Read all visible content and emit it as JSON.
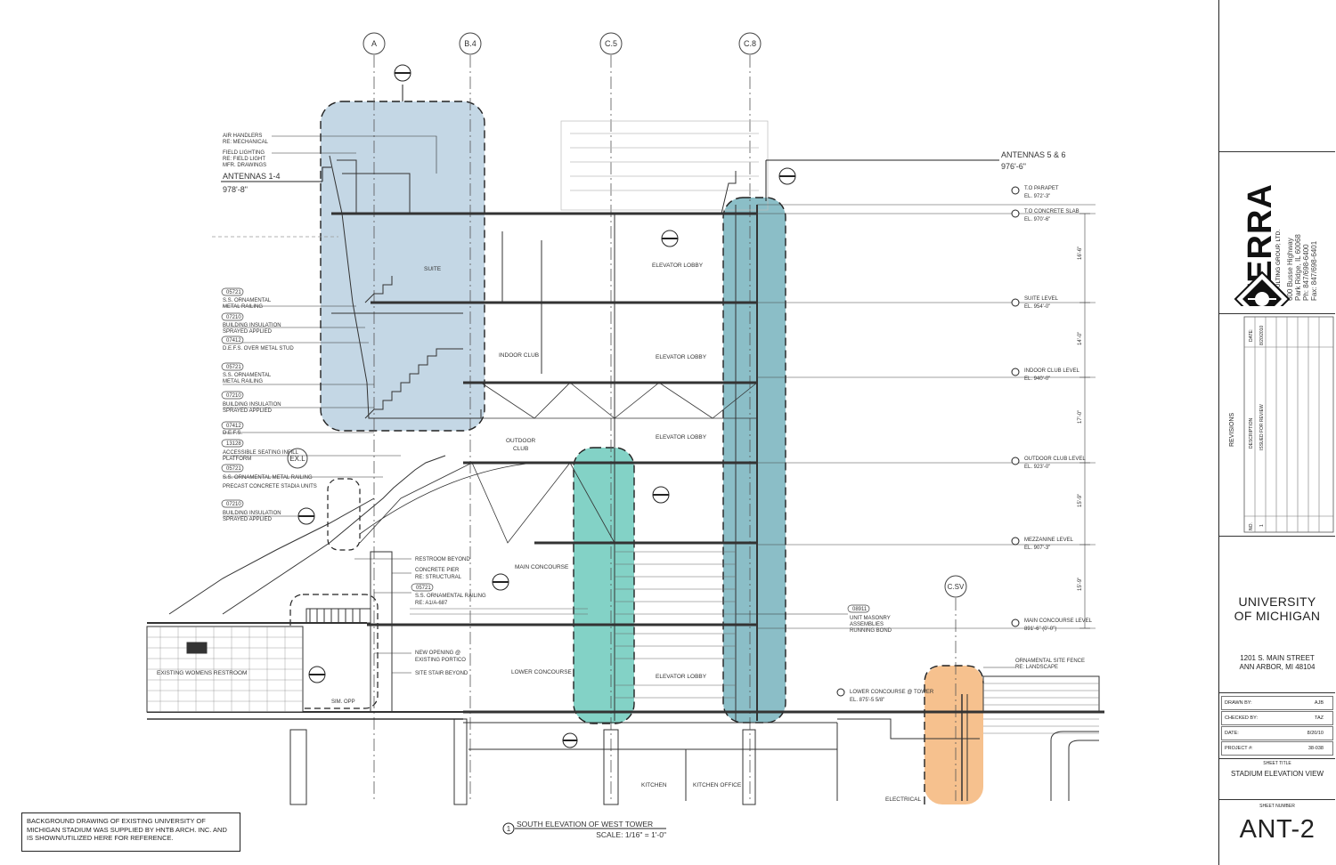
{
  "grid_labels": [
    "A",
    "B.4",
    "C.5",
    "C.8",
    "C.SV",
    "EX.L"
  ],
  "antennas": {
    "left_label": "ANTENNAS 1-4",
    "left_elev": "978'-8\"",
    "right_label": "ANTENNAS 5 & 6",
    "right_elev": "976'-6\""
  },
  "levels": [
    {
      "name": "T.O PARAPET",
      "elev": "EL. 972'-3\""
    },
    {
      "name": "T.O CONCRETE SLAB",
      "elev": "EL. 970'-6\""
    },
    {
      "name": "SUITE LEVEL",
      "elev": "EL. 954'-0\""
    },
    {
      "name": "INDOOR CLUB LEVEL",
      "elev": "EL. 940'-0\""
    },
    {
      "name": "OUTDOOR CLUB LEVEL",
      "elev": "EL. 923'-0\""
    },
    {
      "name": "MEZZANINE LEVEL",
      "elev": "EL. 907'-3\""
    },
    {
      "name": "MAIN CONCOURSE LEVEL",
      "elev": "891'-6\" (0'-0\")"
    },
    {
      "name": "LOWER CONCOURSE @ TOWER",
      "elev": "EL. 875'-5 5/8\""
    }
  ],
  "dimensions": [
    "16'-6\"",
    "14'-0\"",
    "17'-0\"",
    "15'-9\"",
    "15'-9\""
  ],
  "rooms": {
    "suite": "SUITE",
    "elevator_lobby": "ELEVATOR LOBBY",
    "indoor_club": "INDOOR CLUB",
    "outdoor_club_1": "OUTDOOR",
    "outdoor_club_2": "CLUB",
    "main_concourse": "MAIN CONCOURSE",
    "lower_concourse": "LOWER CONCOURSE",
    "kitchen": "KITCHEN",
    "kitchen_office": "KITCHEN OFFICE",
    "womens_restroom": "EXISTING WOMENS RESTROOM",
    "electrical": "ELECTRICAL"
  },
  "left_notes": [
    [
      "AIR HANDLERS",
      "RE: MECHANICAL"
    ],
    [
      "FIELD LIGHTING",
      "RE: FIELD LIGHT",
      "MFR. DRAWINGS"
    ],
    [
      "05721",
      "S.S. ORNAMENTAL",
      "METAL RAILING"
    ],
    [
      "07210",
      "BUILDING INSULATION",
      "SPRAYED APPLIED"
    ],
    [
      "07412",
      "D.E.F.S. OVER METAL STUD"
    ],
    [
      "05721",
      "S.S. ORNAMENTAL",
      "METAL RAILING"
    ],
    [
      "07210",
      "BUILDING INSULATION",
      "SPRAYED APPLIED"
    ],
    [
      "07412",
      "D.E.F.S."
    ],
    [
      "13128",
      "ACCESSIBLE SEATING INFILL",
      "PLATFORM"
    ],
    [
      "05721",
      "S.S. ORNAMENTAL METAL RAILING",
      "PRECAST CONCRETE STADIA UNITS"
    ],
    [
      "07210",
      "BUILDING INSULATION",
      "SPRAYED APPLIED"
    ]
  ],
  "center_notes": {
    "restroom": "RESTROOM BEYOND",
    "pier_1": "CONCRETE PIER",
    "pier_2": "RE: STRUCTURAL",
    "railing_code": "05721",
    "railing_1": "S.S. ORNAMENTAL RAILING",
    "railing_2": "RE: A1/A-687",
    "opening_1": "NEW OPENING @",
    "opening_2": "EXISTING PORTICO",
    "stair": "SITE STAIR BEYOND",
    "sim_opp": "SIM. OPP",
    "masonry_code": "08911",
    "masonry_1": "UNIT MASONRY",
    "masonry_2": "ASSEMBLIES",
    "masonry_3": "RUNNING BOND",
    "fence_1": "ORNAMENTAL SITE FENCE",
    "fence_2": "RE: LANDSCAPE"
  },
  "drawing_title": {
    "number": "1",
    "title": "SOUTH ELEVATION OF WEST TOWER",
    "scale": "SCALE: 1/16\" = 1'-0\""
  },
  "reference_note": "BACKGROUND DRAWING OF EXISTING UNIVERSITY OF MICHIGAN STADIUM WAS SUPPLIED BY HNTB ARCH. INC. AND IS SHOWN/UTILIZED HERE FOR REFERENCE.",
  "company": {
    "name": "TERRA",
    "subtitle": "CONSULTING GROUP, LTD.",
    "address_1": "600 Busse Highway",
    "address_2": "Park Ridge, IL 60068",
    "phone": "Ph: 847/698-6400",
    "fax": "Fax: 847/698-6401"
  },
  "revisions": {
    "title": "REVISIONS",
    "col_no": "NO.",
    "col_description": "DESCRIPTION",
    "col_date": "DATE:",
    "row_no": "1",
    "row_description": "ISSUED FOR REVIEW",
    "row_date": "8/20/2010"
  },
  "client": {
    "line1": "UNIVERSITY",
    "line2": "OF MICHIGAN",
    "address_1": "1201 S. MAIN STREET",
    "address_2": "ANN ARBOR, MI 48104"
  },
  "info": [
    {
      "label": "DRAWN BY:",
      "value": "AJB"
    },
    {
      "label": "CHECKED BY:",
      "value": "TAZ"
    },
    {
      "label": "DATE:",
      "value": "8/20/10"
    },
    {
      "label": "PROJECT #:",
      "value": "38-038"
    }
  ],
  "sheet": {
    "title_label": "SHEET TITLE",
    "title": "STADIUM ELEVATION VIEW",
    "number_label": "SHEET NUMBER",
    "number": "ANT-2"
  },
  "highlight_colors": {
    "blue": "#9dbcd4",
    "teal": "#62b0bb",
    "green": "#5cc4b4",
    "orange": "#f2a65e"
  }
}
